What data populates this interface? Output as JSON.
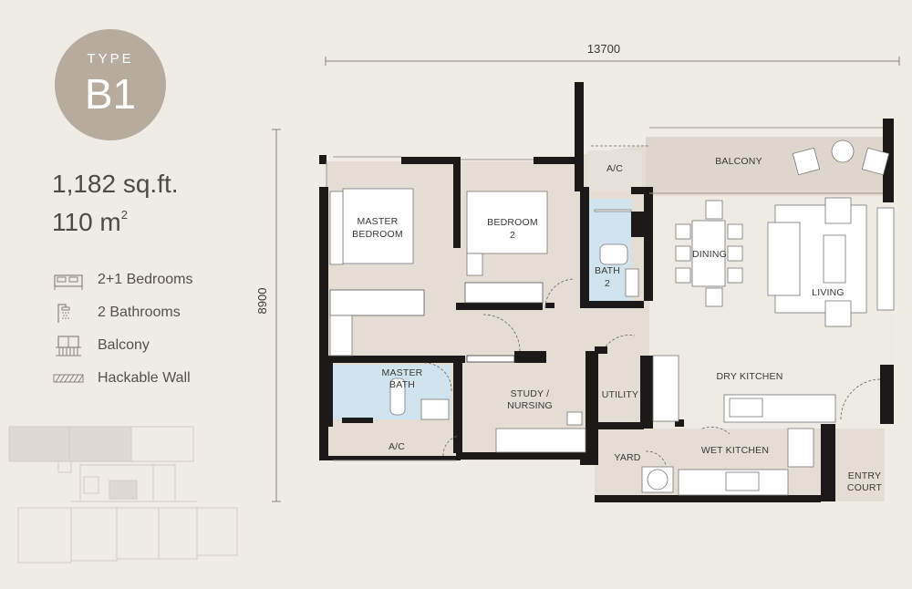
{
  "badge": {
    "type_label": "TYPE",
    "unit_code": "B1"
  },
  "area": {
    "sqft": "1,182 sq.ft.",
    "sqm_value": "110 m",
    "sqm_sup": "2"
  },
  "legend": [
    {
      "icon": "bed-icon",
      "label": "2+1 Bedrooms"
    },
    {
      "icon": "shower-icon",
      "label": "2 Bathrooms"
    },
    {
      "icon": "balcony-icon",
      "label": "Balcony"
    },
    {
      "icon": "hatch-icon",
      "label": "Hackable Wall"
    }
  ],
  "dimensions": {
    "width": "13700",
    "height": "8900"
  },
  "rooms": {
    "balcony": "BALCONY",
    "ac_top": "A/C",
    "master_bedroom_1": "MASTER",
    "master_bedroom_2": "BEDROOM",
    "bedroom2_1": "BEDROOM",
    "bedroom2_2": "2",
    "bath2_1": "BATH",
    "bath2_2": "2",
    "dining": "DINING",
    "living": "LIVING",
    "master_bath_1": "MASTER",
    "master_bath_2": "BATH",
    "study_1": "STUDY /",
    "study_2": "NURSING",
    "utility": "UTILITY",
    "dry_kitchen": "DRY KITCHEN",
    "ac_bottom": "A/C",
    "yard": "YARD",
    "wet_kitchen": "WET KITCHEN",
    "entry_1": "ENTRY",
    "entry_2": "COURT"
  },
  "colors": {
    "background": "#efece6",
    "floor": "#e3ddd4",
    "wall": "#1b1a18",
    "bathroom": "#cfe4ef",
    "badge": "#b7ab9e"
  }
}
